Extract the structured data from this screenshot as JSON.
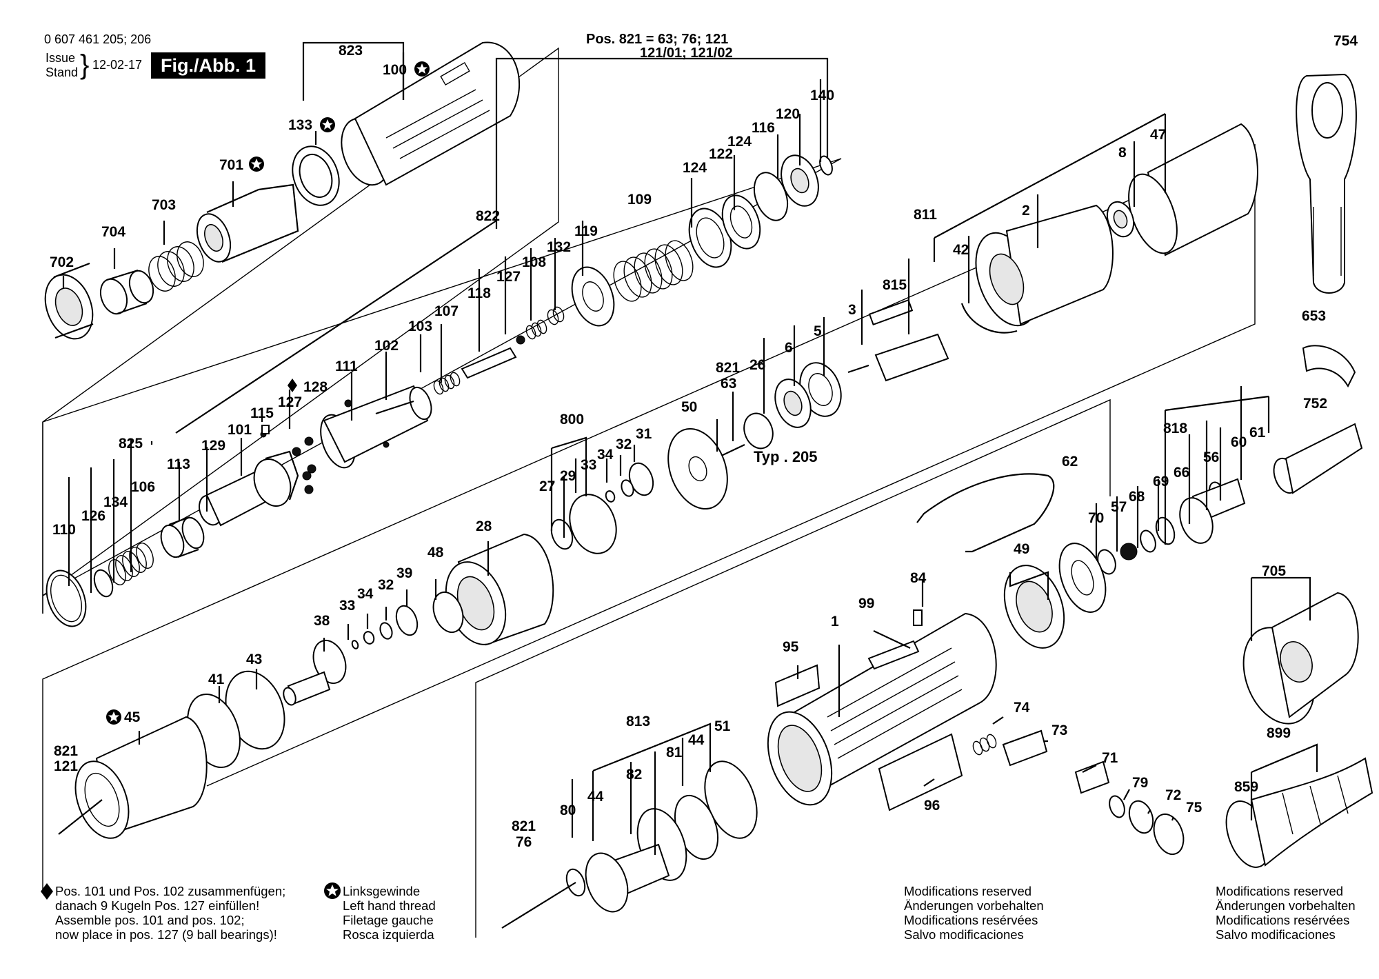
{
  "header": {
    "doc_number": "0 607 461 205; 206",
    "issue_label": "Issue",
    "stand_label": "Stand",
    "date": "12-02-17",
    "figure_label": "Fig./Abb. 1"
  },
  "pos_note": {
    "line1": "Pos. 821 = 63; 76; 121",
    "line2": "121/01; 121/02"
  },
  "type_label": "Typ . 205",
  "part_labels": {
    "p823": "823",
    "p100": "100",
    "p133": "133",
    "p701": "701",
    "p703": "703",
    "p704": "704",
    "p702": "702",
    "p822": "822",
    "p127a": "127",
    "p108": "108",
    "p132": "132",
    "p119": "119",
    "p109": "109",
    "p124a": "124",
    "p122": "122",
    "p124b": "124",
    "p116": "116",
    "p120": "120",
    "p140": "140",
    "p118": "118",
    "p107": "107",
    "p103": "103",
    "p102": "102",
    "p111": "111",
    "p128": "128",
    "p127b": "127",
    "p115": "115",
    "p101": "101",
    "p825": "825",
    "p129": "129",
    "p113": "113",
    "p106": "106",
    "p134": "134",
    "p126": "126",
    "p110": "110",
    "p754": "754",
    "p47": "47",
    "p8": "8",
    "p811": "811",
    "p2": "2",
    "p42": "42",
    "p815": "815",
    "p3": "3",
    "p5": "5",
    "p6": "6",
    "p26": "26",
    "p821a": "821",
    "p63": "63",
    "p50": "50",
    "p800": "800",
    "p31": "31",
    "p32a": "32",
    "p34a": "34",
    "p33a": "33",
    "p29": "29",
    "p27": "27",
    "p28": "28",
    "p48": "48",
    "p39": "39",
    "p32b": "32",
    "p34b": "34",
    "p33b": "33",
    "p38": "38",
    "p43": "43",
    "p41": "41",
    "p45": "45",
    "p821b": "821",
    "p121": "121",
    "p653": "653",
    "p752": "752",
    "p818": "818",
    "p56": "56",
    "p60": "60",
    "p61": "61",
    "p62": "62",
    "p69": "69",
    "p66": "66",
    "p68": "68",
    "p57": "57",
    "p70": "70",
    "p49": "49",
    "p84": "84",
    "p99": "99",
    "p1": "1",
    "p95": "95",
    "p74": "74",
    "p73": "73",
    "p71": "71",
    "p79": "79",
    "p72": "72",
    "p75": "75",
    "p96": "96",
    "p813": "813",
    "p51": "51",
    "p44a": "44",
    "p81": "81",
    "p82": "82",
    "p44b": "44",
    "p80": "80",
    "p821c": "821",
    "p76": "76",
    "p705": "705",
    "p899": "899",
    "p859": "859"
  },
  "footnotes": {
    "assembly": [
      "Pos. 101 und Pos. 102 zusammenfügen;",
      "danach 9 Kugeln Pos. 127 einfüllen!",
      "Assemble pos. 101 and pos. 102;",
      "now place in pos. 127 (9 ball bearings)!"
    ],
    "left_thread": [
      "Linksgewinde",
      "Left hand thread",
      "Filetage gauche",
      "Rosca izquierda"
    ],
    "modifications_1": [
      "Modifications reserved",
      "Änderungen vorbehalten",
      "Modifications resérvées",
      "Salvo modificaciones"
    ],
    "modifications_2": [
      "Modifications reserved",
      "Änderungen vorbehalten",
      "Modifications resérvées",
      "Salvo modificaciones"
    ]
  },
  "icons": {
    "left_hand_thread": "star-circle-icon",
    "assembly_note": "diamond-icon"
  }
}
